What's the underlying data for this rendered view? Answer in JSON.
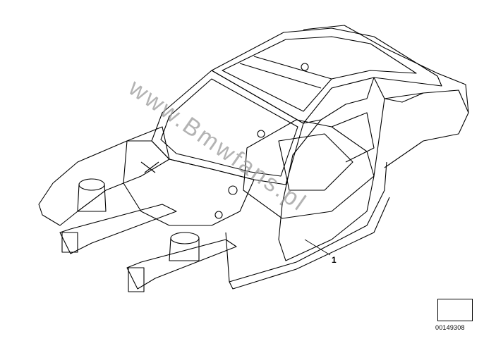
{
  "watermark": "www.Bmwfans.pl",
  "callouts": [
    {
      "label": "1"
    }
  ],
  "reference_id": "00149308",
  "icons": {
    "orientation": "arrow-icon"
  },
  "colors": {
    "line": "#000000",
    "watermark": "#9a9a9a",
    "background": "#ffffff"
  }
}
